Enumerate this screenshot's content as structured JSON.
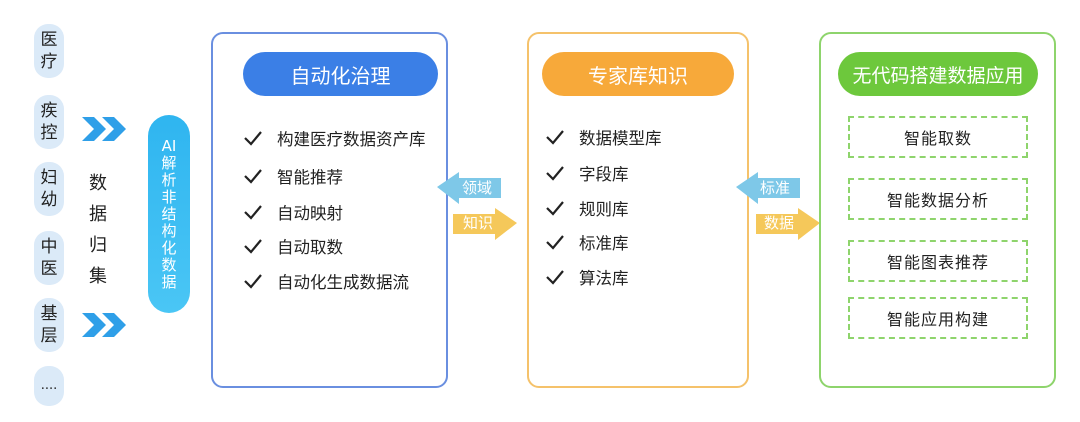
{
  "sources": [
    "医疗",
    "疾控",
    "妇幼",
    "中医",
    "基层",
    "...."
  ],
  "collect_label": [
    "数",
    "据",
    "归",
    "集"
  ],
  "ai_label": "AI解析非结构化数据",
  "panels": [
    {
      "title": "自动化治理",
      "items": [
        "构建医疗数据资产库",
        "智能推荐",
        "自动映射",
        "自动取数",
        "自动化生成数据流"
      ]
    },
    {
      "title": "专家库知识",
      "items": [
        "数据模型库",
        "字段库",
        "规则库",
        "标准库",
        "算法库"
      ]
    },
    {
      "title": "无代码搭建数据应用",
      "items": [
        "智能取数",
        "智能数据分析",
        "智能图表推荐",
        "智能应用构建"
      ]
    }
  ],
  "arrows": {
    "domain": "领域",
    "knowledge": "知识",
    "standard": "标准",
    "data": "数据"
  },
  "colors": {
    "blue": "#3b7fe6",
    "orange": "#f7a93a",
    "green": "#6dc83c",
    "ai": "#2fb5f0",
    "arrow_left": "#7ec8e8",
    "arrow_right": "#f5c85a"
  }
}
